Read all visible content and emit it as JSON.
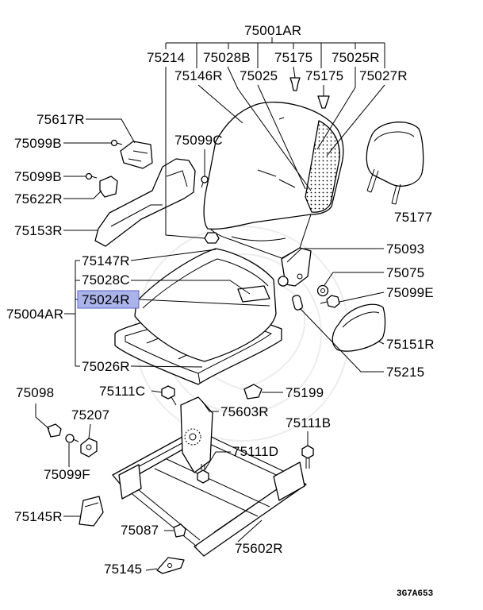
{
  "callouts": [
    "75001AR",
    "75214",
    "75028B",
    "75175",
    "75025R",
    "75146R",
    "75025",
    "75175",
    "75027R",
    "75617R",
    "75099B",
    "75099C",
    "75099B",
    "75622R",
    "75177",
    "75153R",
    "75093",
    "75147R",
    "75075",
    "75028C",
    "75099E",
    "75004AR",
    "75151R",
    "75026R",
    "75215",
    "75098",
    "75111C",
    "75199",
    "75603R",
    "75207",
    "75111B",
    "75111D",
    "75099F",
    "75145R",
    "75087",
    "75602R",
    "75145"
  ],
  "highlighted_callout": "75024R",
  "diagram_code": "3G7A653",
  "colors": {
    "line": "#000000",
    "highlight_fill": "#aab3ea",
    "highlight_border": "#5b66c9",
    "background": "#ffffff"
  }
}
